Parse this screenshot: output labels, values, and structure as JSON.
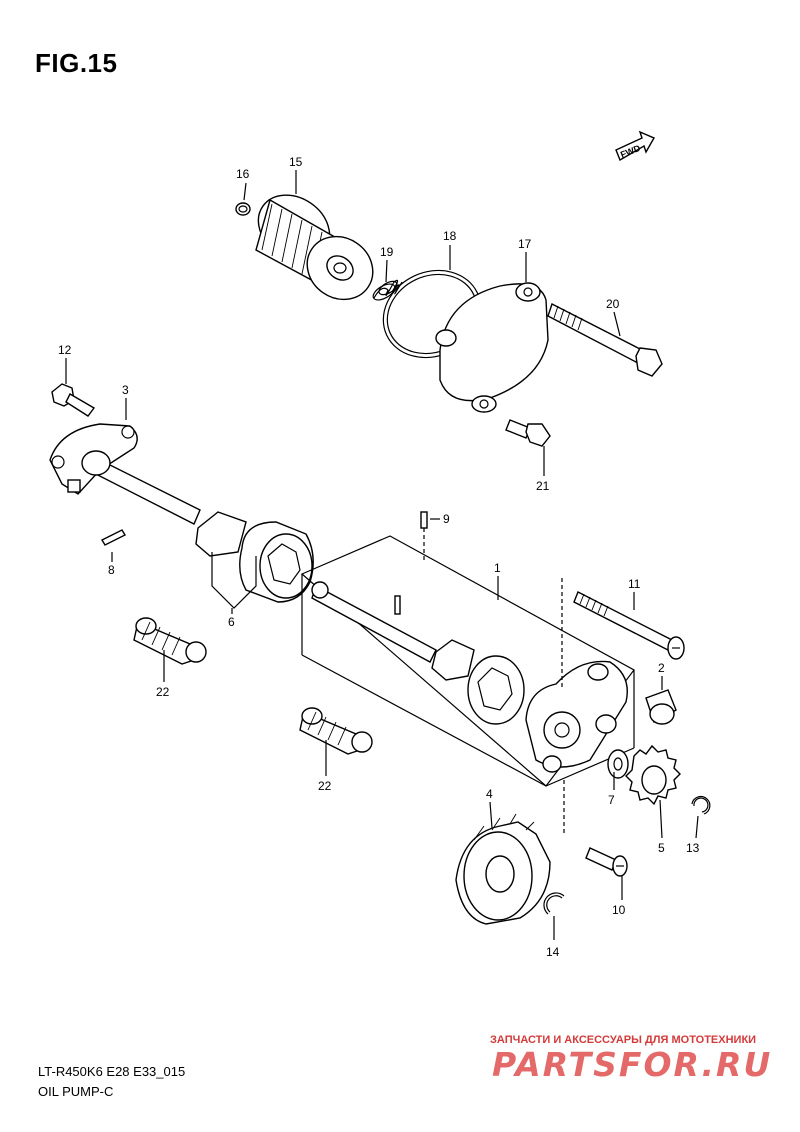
{
  "figure": {
    "title": "FIG.15",
    "fwd_label": "FWD",
    "model_code": "LT-R450K6 E28 E33_015",
    "section_name": "OIL PUMP-C"
  },
  "watermark": {
    "caption": "ЗАПЧАСТИ И АКСЕССУАРЫ ДЛЯ МОТОТЕХНИКИ",
    "logo": "PARTSFOR.RU"
  },
  "callouts": {
    "c1": "1",
    "c2": "2",
    "c3": "3",
    "c4": "4",
    "c5": "5",
    "c6": "6",
    "c7": "7",
    "c8": "8",
    "c9": "9",
    "c10": "10",
    "c11": "11",
    "c12": "12",
    "c13": "13",
    "c14": "14",
    "c15": "15",
    "c16": "16",
    "c17": "17",
    "c18": "18",
    "c19": "19",
    "c20": "20",
    "c21": "21",
    "c22a": "22",
    "c22b": "22"
  }
}
